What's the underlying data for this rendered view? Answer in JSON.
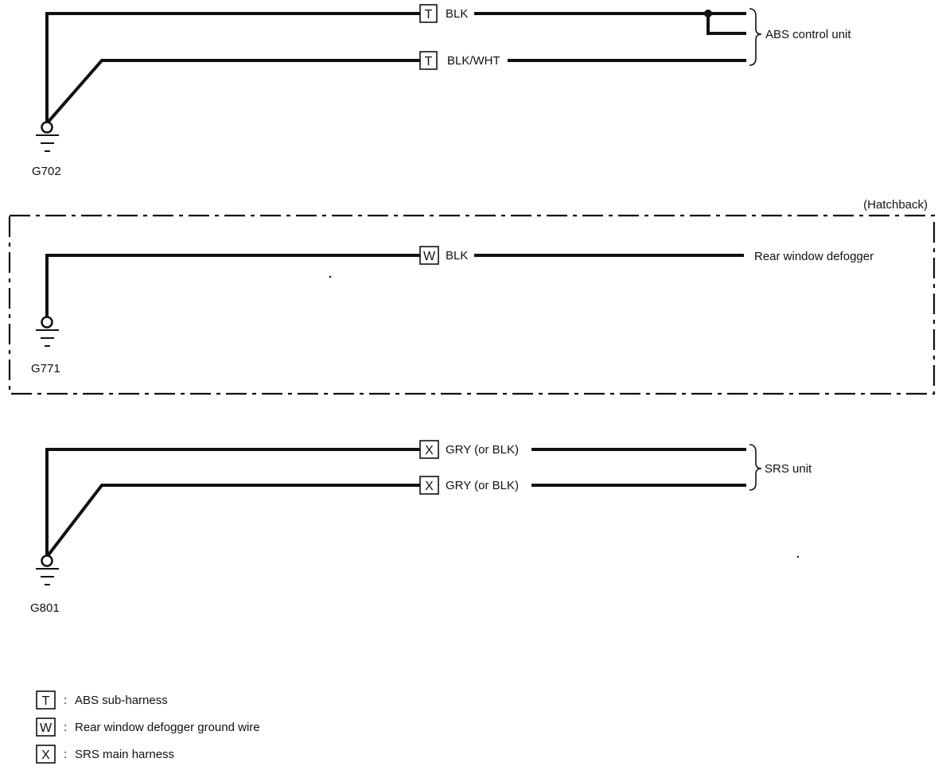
{
  "groups": [
    {
      "ground": "G702",
      "wires": [
        {
          "code": "T",
          "color": "BLK"
        },
        {
          "code": "T",
          "color": "BLK/WHT"
        }
      ],
      "component": "ABS control unit"
    },
    {
      "ground": "G771",
      "variant": "(Hatchback)",
      "wires": [
        {
          "code": "W",
          "color": "BLK"
        }
      ],
      "component": "Rear window defogger"
    },
    {
      "ground": "G801",
      "wires": [
        {
          "code": "X",
          "color": "GRY (or BLK)"
        },
        {
          "code": "X",
          "color": "GRY (or BLK)"
        }
      ],
      "component": "SRS unit"
    }
  ],
  "legend": [
    {
      "code": "T",
      "separator": ":",
      "description": "ABS sub-harness"
    },
    {
      "code": "W",
      "separator": ":",
      "description": "Rear window defogger ground wire"
    },
    {
      "code": "X",
      "separator": ":",
      "description": "SRS main harness"
    }
  ]
}
